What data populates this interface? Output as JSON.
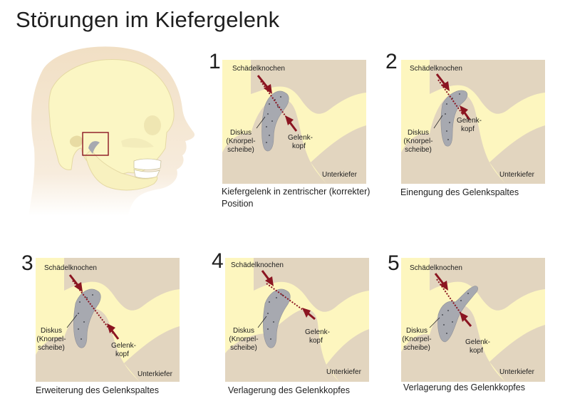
{
  "title": "Störungen im Kiefergelenk",
  "labels": {
    "skull": "Schädelknochen",
    "disc": [
      "Diskus",
      "(Knorpel-",
      "scheibe)"
    ],
    "condyle": [
      "Gelenk-",
      "kopf"
    ],
    "jaw": "Unterkiefer"
  },
  "panels": [
    {
      "number": "1",
      "caption": [
        "Kiefergelenk in zentrischer (korrekter)",
        "Position"
      ]
    },
    {
      "number": "2",
      "caption": [
        "Einengung des Gelenkspaltes"
      ]
    },
    {
      "number": "3",
      "caption": [
        "Erweiterung des Gelenkspaltes"
      ]
    },
    {
      "number": "4",
      "caption": [
        "Verlagerung des Gelenkkopfes"
      ]
    },
    {
      "number": "5",
      "caption": [
        "Verlagerung des Gelenkkopfes"
      ]
    }
  ],
  "colors": {
    "background": "#fdf6bf",
    "bone": "#e2d5bf",
    "disc": "#a7a9b0",
    "arrow": "#8b1521",
    "skin": "#f6e7c8"
  }
}
